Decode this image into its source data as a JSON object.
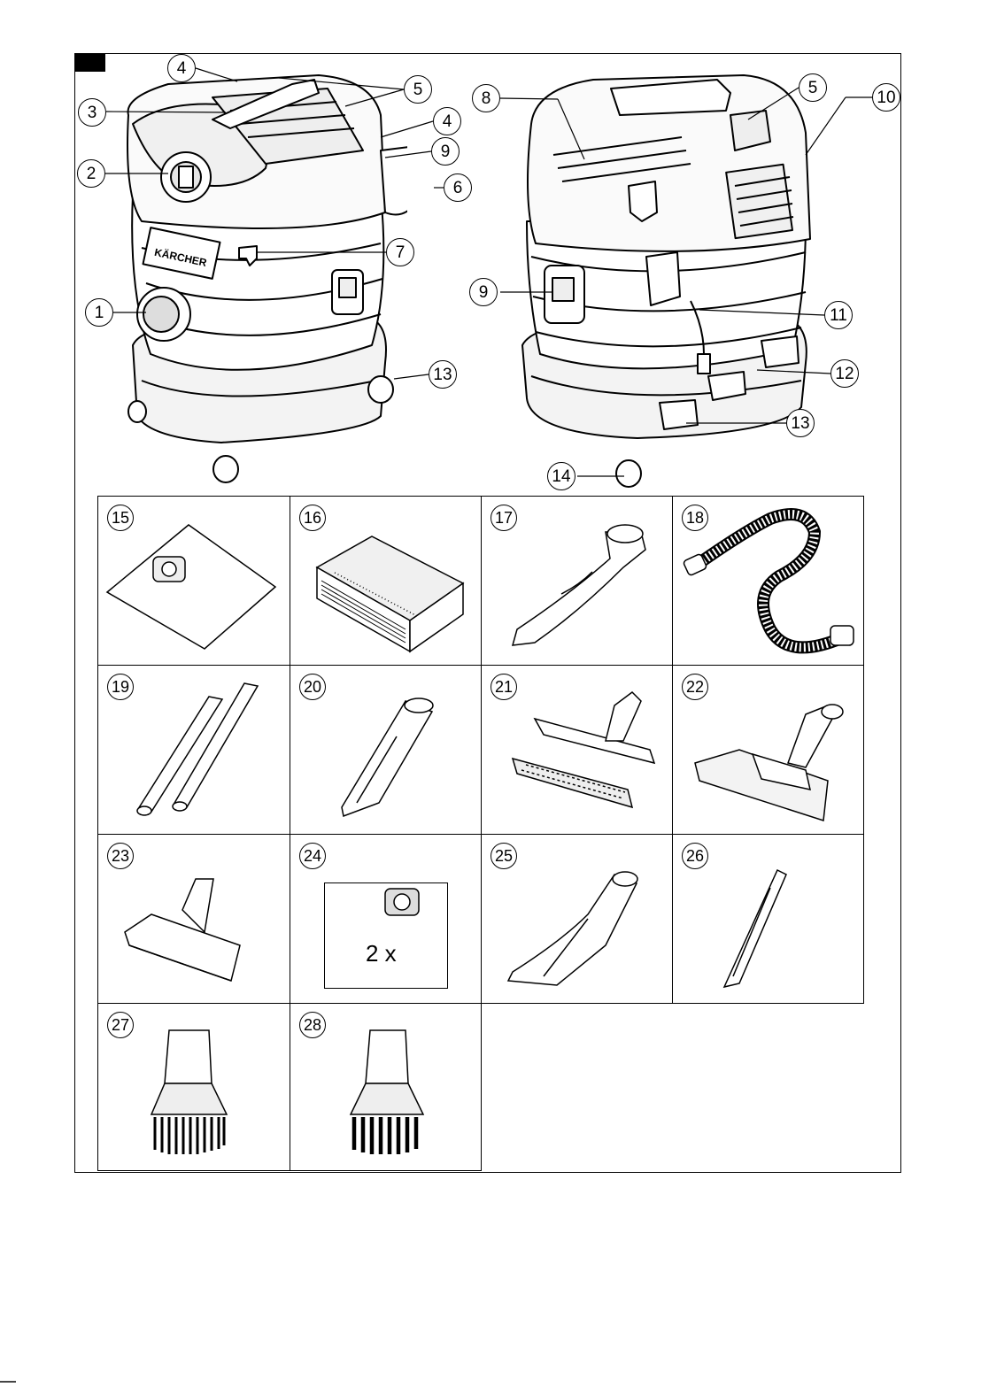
{
  "callouts": {
    "c1": "1",
    "c2": "2",
    "c3": "3",
    "c4a": "4",
    "c4b": "4",
    "c5a": "5",
    "c5b": "5",
    "c6": "6",
    "c7": "7",
    "c8": "8",
    "c9a": "9",
    "c9b": "9",
    "c10": "10",
    "c11": "11",
    "c12": "12",
    "c13a": "13",
    "c13b": "13",
    "c14": "14"
  },
  "accessories": [
    {
      "num": "15",
      "icon": "filter-bag-icon"
    },
    {
      "num": "16",
      "icon": "flat-pleated-filter-icon"
    },
    {
      "num": "17",
      "icon": "hose-handle-icon"
    },
    {
      "num": "18",
      "icon": "suction-hose-icon"
    },
    {
      "num": "19",
      "icon": "extension-tubes-icon"
    },
    {
      "num": "20",
      "icon": "crevice-nozzle-icon"
    },
    {
      "num": "21",
      "icon": "floor-nozzle-clip-icon"
    },
    {
      "num": "22",
      "icon": "floor-nozzle-icon"
    },
    {
      "num": "23",
      "icon": "upholstery-nozzle-icon"
    },
    {
      "num": "24",
      "icon": "filter-bag-set-icon",
      "quantity": "2 x"
    },
    {
      "num": "25",
      "icon": "wide-nozzle-icon"
    },
    {
      "num": "26",
      "icon": "narrow-crevice-nozzle-icon"
    },
    {
      "num": "27",
      "icon": "soft-brush-icon"
    },
    {
      "num": "28",
      "icon": "hard-brush-icon"
    }
  ],
  "brand_lettering": "KÄRCHER",
  "colors": {
    "line": "#000000",
    "paper": "#ffffff",
    "shade": "#e6e6e6"
  }
}
